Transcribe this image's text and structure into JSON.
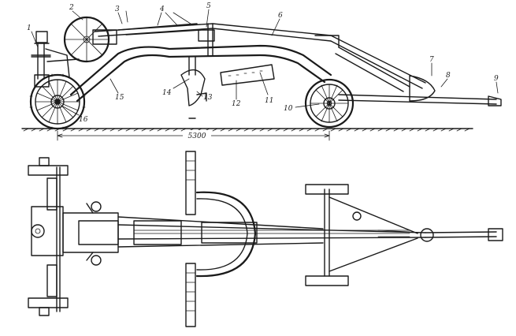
{
  "figure": {
    "callouts": [
      "1",
      "2",
      "3",
      "4",
      "5",
      "6",
      "7",
      "8",
      "9",
      "10",
      "11",
      "12",
      "13",
      "14",
      "15",
      "16"
    ],
    "dimension": "5300"
  }
}
